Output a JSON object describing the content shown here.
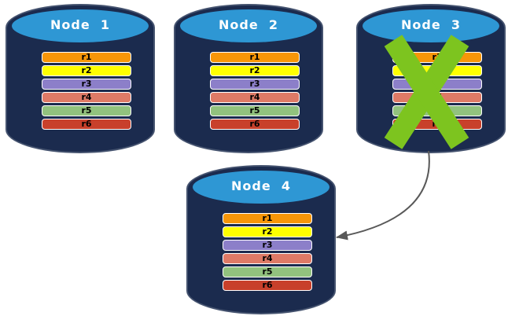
{
  "diagram": {
    "description": "replicated-database-nodes",
    "colors": {
      "cylinder_top": "#2E97D4",
      "cylinder_body": "#1B2B4E",
      "cylinder_edge": "#45536F",
      "failure_x": "#7DC41F",
      "arrow": "#595959",
      "bar_text": "#000000",
      "title_text": "#FFFFFF"
    },
    "nodes": [
      {
        "label": "Node  1",
        "failed": false,
        "replicas": [
          {
            "label": "r1",
            "color": "#F79608"
          },
          {
            "label": "r2",
            "color": "#FFFF00"
          },
          {
            "label": "r3",
            "color": "#8C7FC9"
          },
          {
            "label": "r4",
            "color": "#DE7A66"
          },
          {
            "label": "r5",
            "color": "#92C27E"
          },
          {
            "label": "r6",
            "color": "#C8402B"
          }
        ]
      },
      {
        "label": "Node  2",
        "failed": false,
        "replicas": [
          {
            "label": "r1",
            "color": "#F79608"
          },
          {
            "label": "r2",
            "color": "#FFFF00"
          },
          {
            "label": "r3",
            "color": "#8C7FC9"
          },
          {
            "label": "r4",
            "color": "#DE7A66"
          },
          {
            "label": "r5",
            "color": "#92C27E"
          },
          {
            "label": "r6",
            "color": "#C8402B"
          }
        ]
      },
      {
        "label": "Node  3",
        "failed": true,
        "replicas": [
          {
            "label": "r1",
            "color": "#F79608"
          },
          {
            "label": "r2",
            "color": "#FFFF00"
          },
          {
            "label": "r3",
            "color": "#8C7FC9"
          },
          {
            "label": "r4",
            "color": "#DE7A66"
          },
          {
            "label": "r5",
            "color": "#92C27E"
          },
          {
            "label": "r6",
            "color": "#C8402B"
          }
        ]
      },
      {
        "label": "Node  4",
        "failed": false,
        "replicas": [
          {
            "label": "r1",
            "color": "#F79608"
          },
          {
            "label": "r2",
            "color": "#FFFF00"
          },
          {
            "label": "r3",
            "color": "#8C7FC9"
          },
          {
            "label": "r4",
            "color": "#DE7A66"
          },
          {
            "label": "r5",
            "color": "#92C27E"
          },
          {
            "label": "r6",
            "color": "#C8402B"
          }
        ]
      }
    ],
    "arrow": {
      "from": "Node 3",
      "to": "Node 4",
      "color": "#595959"
    }
  }
}
